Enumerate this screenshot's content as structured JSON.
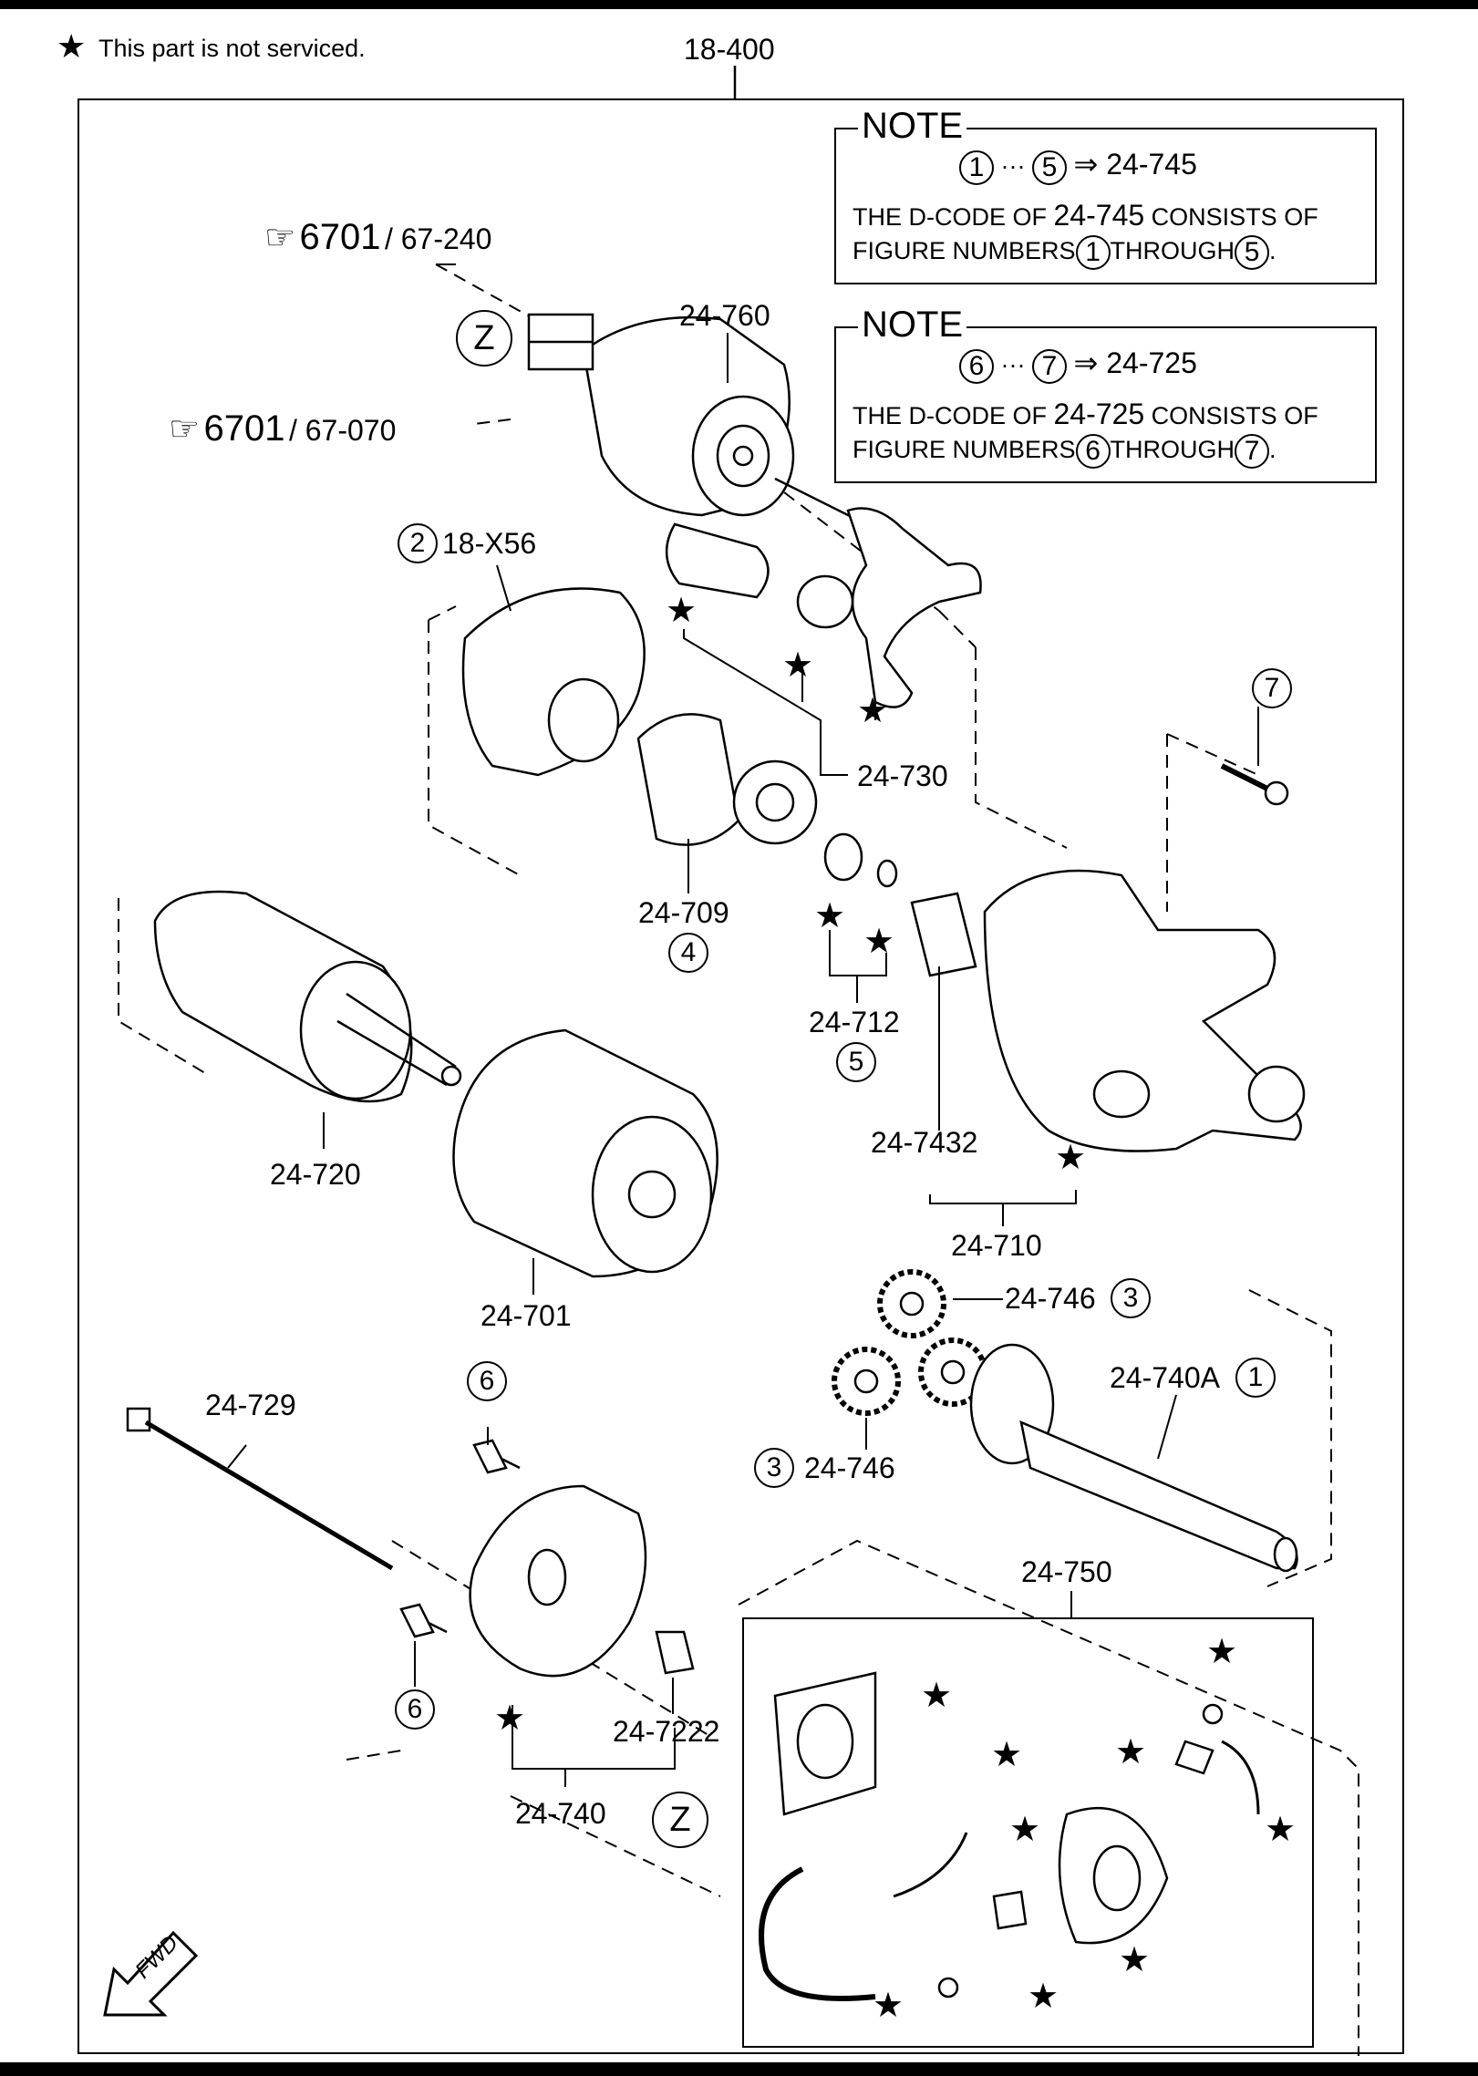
{
  "header": {
    "star_note": "This part is not serviced.",
    "star_symbol": "★",
    "group_code": "18-400"
  },
  "notes": [
    {
      "title": "NOTE",
      "range_from": "1",
      "range_to": "5",
      "arrow_target": "⇒ 24-745",
      "line2_prefix": "THE D-CODE OF",
      "line2_code": "24-745",
      "line2_suffix": "CONSISTS OF",
      "line3_prefix": "FIGURE NUMBERS",
      "line3_from": "1",
      "line3_mid": "THROUGH",
      "line3_to": "5"
    },
    {
      "title": "NOTE",
      "range_from": "6",
      "range_to": "7",
      "arrow_target": "⇒ 24-725",
      "line2_prefix": "THE D-CODE OF",
      "line2_code": "24-725",
      "line2_suffix": "CONSISTS OF",
      "line3_prefix": "FIGURE NUMBERS",
      "line3_from": "6",
      "line3_mid": "THROUGH",
      "line3_to": "7"
    }
  ],
  "refs": [
    {
      "hand": "☞",
      "code": "6701",
      "sub": "/ 67-240"
    },
    {
      "hand": "☞",
      "code": "6701",
      "sub": "/ 67-070"
    }
  ],
  "labels": {
    "p24_760": "24-760",
    "p18_x56": "18-X56",
    "p24_730": "24-730",
    "p24_709": "24-709",
    "p24_712": "24-712",
    "p24_720": "24-720",
    "p24_701": "24-701",
    "p24_7432": "24-7432",
    "p24_710": "24-710",
    "p24_746a": "24-746",
    "p24_746b": "24-746",
    "p24_740a": "24-740A",
    "p24_729": "24-729",
    "p24_7222": "24-7222",
    "p24_740": "24-740",
    "p24_750": "24-750"
  },
  "circled": {
    "c2": "2",
    "c4": "4",
    "c5": "5",
    "c7": "7",
    "c3a": "3",
    "c3b": "3",
    "c1": "1",
    "c6a": "6",
    "c6b": "6"
  },
  "z_marks": [
    "Z",
    "Z"
  ],
  "fwd_label": "FWD"
}
